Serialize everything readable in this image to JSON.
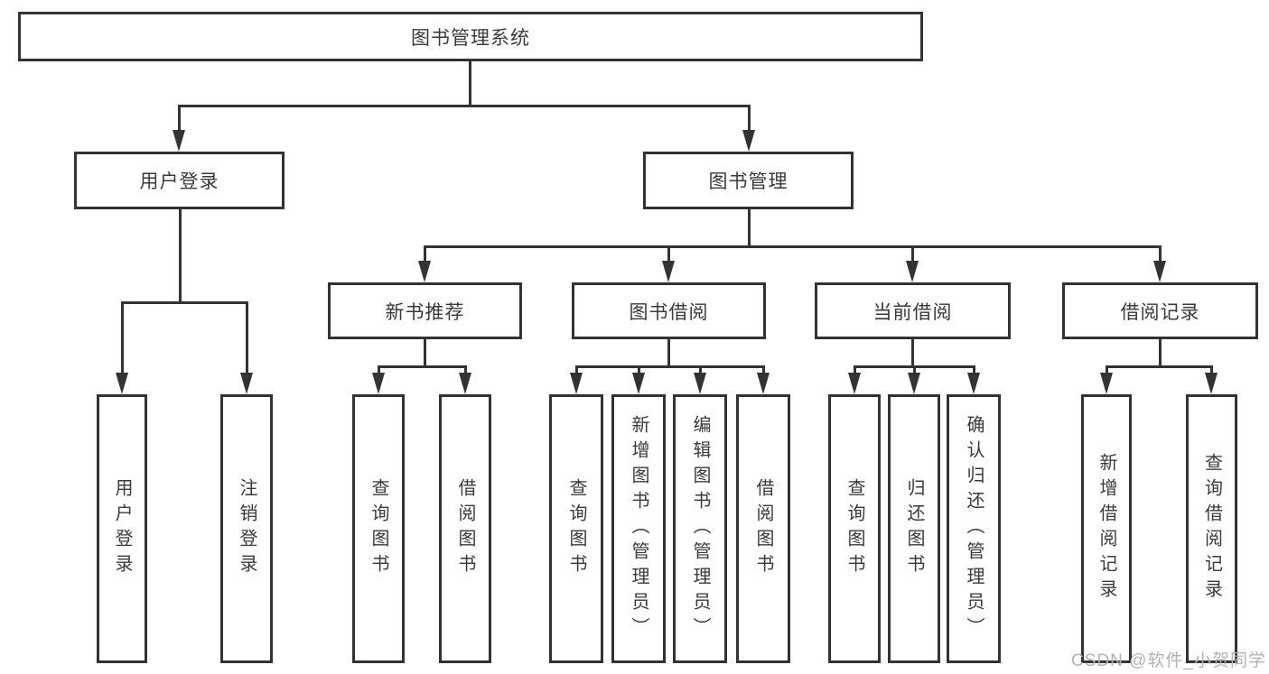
{
  "diagram": {
    "title": "图书管理系统",
    "root": {
      "label": "图书管理系统"
    },
    "level2": [
      {
        "id": "user-login",
        "label": "用户登录",
        "parent": "图书管理系统"
      },
      {
        "id": "book-management",
        "label": "图书管理",
        "parent": "图书管理系统"
      }
    ],
    "level3": [
      {
        "id": "new-book-recommend",
        "label": "新书推荐",
        "parent": "图书管理"
      },
      {
        "id": "book-borrow",
        "label": "图书借阅",
        "parent": "图书管理"
      },
      {
        "id": "current-borrow",
        "label": "当前借阅",
        "parent": "图书管理"
      },
      {
        "id": "borrow-records",
        "label": "借阅记录",
        "parent": "图书管理"
      }
    ],
    "leaves": [
      {
        "parent": "用户登录",
        "label": "用户登录"
      },
      {
        "parent": "用户登录",
        "label": "注销登录"
      },
      {
        "parent": "新书推荐",
        "label": "查询图书"
      },
      {
        "parent": "新书推荐",
        "label": "借阅图书"
      },
      {
        "parent": "图书借阅",
        "label": "查询图书"
      },
      {
        "parent": "图书借阅",
        "label": "新增图书（管理员）"
      },
      {
        "parent": "图书借阅",
        "label": "编辑图书（管理员）"
      },
      {
        "parent": "图书借阅",
        "label": "借阅图书"
      },
      {
        "parent": "当前借阅",
        "label": "查询图书"
      },
      {
        "parent": "当前借阅",
        "label": "归还图书"
      },
      {
        "parent": "当前借阅",
        "label": "确认归还（管理员）"
      },
      {
        "parent": "借阅记录",
        "label": "新增借阅记录"
      },
      {
        "parent": "借阅记录",
        "label": "查询借阅记录"
      }
    ]
  },
  "watermark": {
    "text": "CSDN @软件_小贺同学"
  },
  "colors": {
    "line": "#333333",
    "node_border": "#333333",
    "node_text": "#3a3a3a",
    "watermark": "#b3b3b3",
    "background": "#ffffff"
  }
}
